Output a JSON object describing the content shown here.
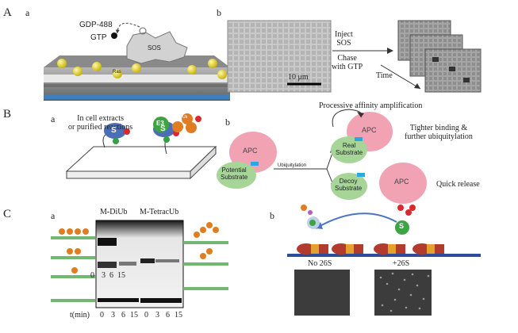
{
  "panel_A": {
    "label": "A",
    "a": {
      "label": "a",
      "gdp_label": "GDP-488",
      "gtp_label": "GTP",
      "sos_label": "SOS",
      "ras_label": "Ras"
    },
    "b": {
      "label": "b",
      "scale_bar": "10 μm",
      "inject_text": "Inject\nSOS",
      "chase_text": "Chase\nwith GTP",
      "time_label": "Time"
    }
  },
  "panel_B": {
    "label": "B",
    "a": {
      "label": "a",
      "caption": "In cell extracts\nor purified reactions",
      "e3_label": "E3",
      "ub_label": "Ub",
      "s_label": "S"
    },
    "b": {
      "label": "b",
      "top_caption": "Processive affinity amplification",
      "apc_label": "APC",
      "potential_substrate": "Potential\nSubstrate",
      "ubiquitylation_arrow": "Ubiquitylation",
      "real_substrate": "Real\nSubstrate",
      "decoy_substrate": "Decoy\nSubstrate",
      "tighter_binding": "Tighter binding &\nfurther ubiquitylation",
      "quick_release": "Quick release"
    }
  },
  "panel_C": {
    "label": "C",
    "a": {
      "label": "a",
      "header_diub": "M-DiUb",
      "header_tetra": "M-TetracUb",
      "left_times": [
        "0",
        "3",
        "6",
        "15"
      ],
      "axis_label": "t(min)",
      "time_ticks": [
        "0",
        "3",
        "6",
        "15",
        "0",
        "3",
        "6",
        "15"
      ]
    },
    "b": {
      "label": "b",
      "no26s_label": "No 26S",
      "plus26s_label": "+26S",
      "s_label": "S"
    }
  }
}
